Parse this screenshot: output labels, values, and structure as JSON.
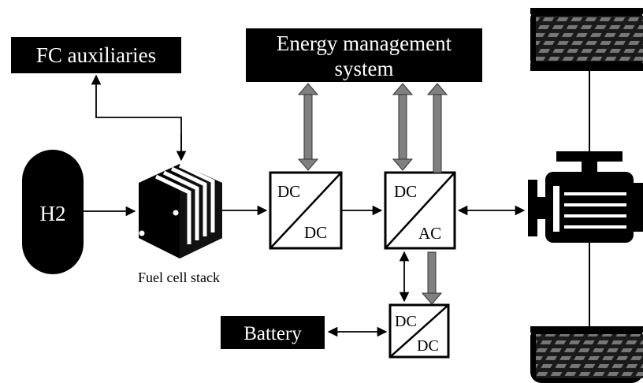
{
  "blocks": {
    "fc_aux": "FC auxiliaries",
    "ems_line1": "Energy management",
    "ems_line2": "system",
    "h2": "H2",
    "fuel_cell": "Fuel cell stack",
    "battery": "Battery",
    "dcdc1_in": "DC",
    "dcdc1_out": "DC",
    "dcac_in": "DC",
    "dcac_out": "AC",
    "dcdc2_in": "DC",
    "dcdc2_out": "DC"
  },
  "colors": {
    "block_fill": "#000000",
    "block_text": "#ffffff",
    "arrow_line": "#000000",
    "signal_arrow": "#808080"
  },
  "icons": [
    "hydrogen-tank-icon",
    "fuel-cell-stack-icon",
    "electric-motor-icon",
    "wheel-icon"
  ]
}
